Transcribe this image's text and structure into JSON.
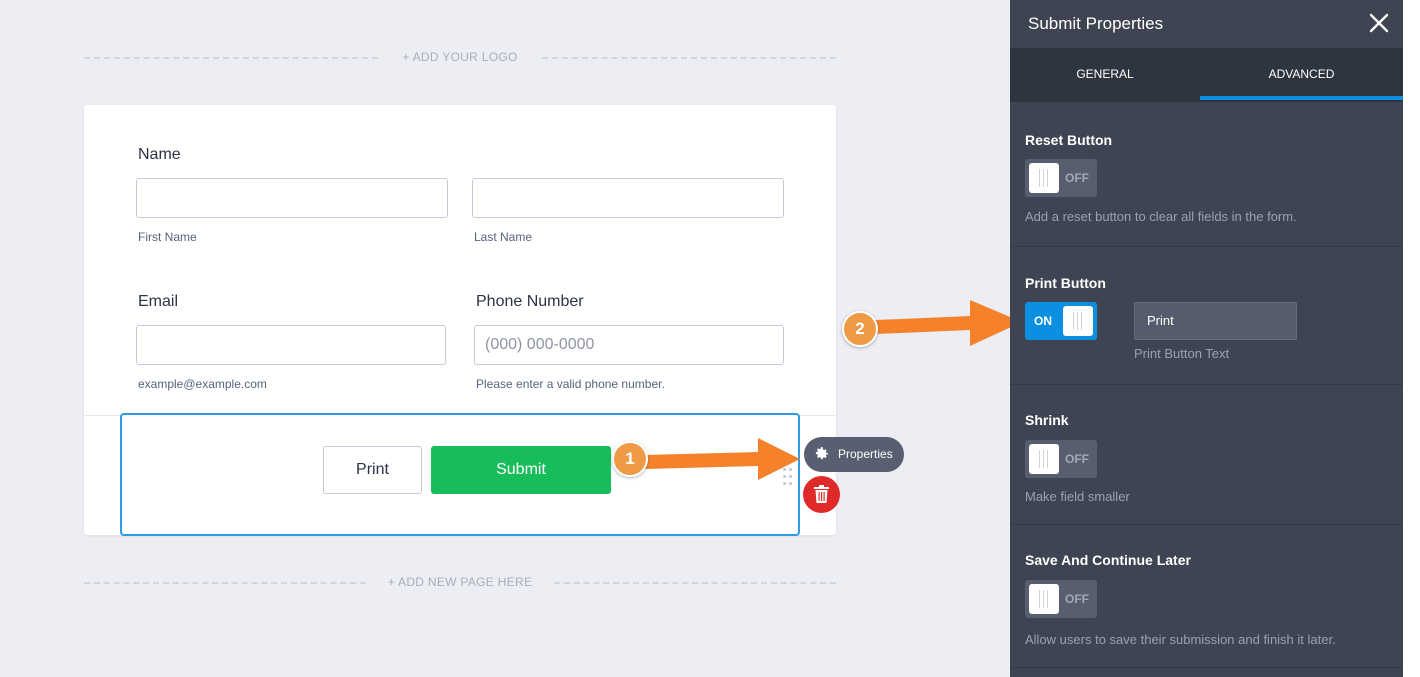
{
  "canvas": {
    "add_logo_label": "+ ADD YOUR LOGO",
    "add_page_label": "+ ADD NEW PAGE HERE",
    "form": {
      "name": {
        "label": "Name",
        "first_sublabel": "First Name",
        "last_sublabel": "Last Name",
        "first_value": "",
        "last_value": ""
      },
      "email": {
        "label": "Email",
        "value": "",
        "sublabel": "example@example.com"
      },
      "phone": {
        "label": "Phone Number",
        "placeholder": "(000) 000-0000",
        "sublabel": "Please enter a valid phone number."
      },
      "buttons": {
        "print_label": "Print",
        "submit_label": "Submit"
      }
    },
    "properties_label": "Properties",
    "callouts": [
      "1",
      "2"
    ]
  },
  "panel": {
    "title": "Submit Properties",
    "tabs": [
      {
        "label": "GENERAL",
        "active": false
      },
      {
        "label": "ADVANCED",
        "active": true
      }
    ],
    "sections": {
      "reset": {
        "title": "Reset Button",
        "toggle": "OFF",
        "description": "Add a reset button to clear all fields in the form."
      },
      "print": {
        "title": "Print Button",
        "toggle": "ON",
        "input_value": "Print",
        "input_label": "Print Button Text"
      },
      "shrink": {
        "title": "Shrink",
        "toggle": "OFF",
        "description": "Make field smaller"
      },
      "save": {
        "title": "Save And Continue Later",
        "toggle": "OFF",
        "description": "Allow users to save their submission and finish it later."
      }
    }
  },
  "colors": {
    "accent_blue": "#0b8fe0",
    "submit_green": "#18bd5b",
    "delete_red": "#e02a2a",
    "callout_orange": "#f5822a",
    "panel_bg": "#3e4452"
  }
}
